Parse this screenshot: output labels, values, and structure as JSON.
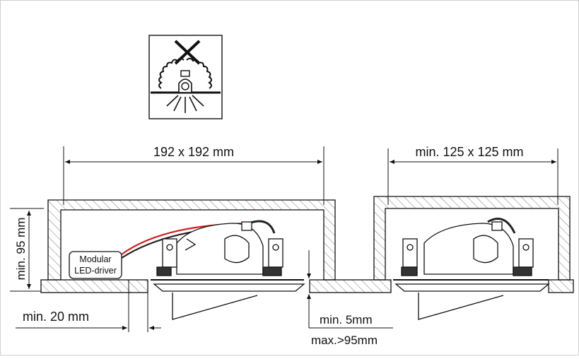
{
  "dimensions": {
    "left_cutout": "192 x 192 mm",
    "right_cutout": "min. 125 x 125 mm",
    "height": "min. 95 mm",
    "side_clearance": "min. 20 mm",
    "ceiling_min": "min. 5mm",
    "ceiling_max": "max.>95mm"
  },
  "driver_label": [
    "Modular",
    "LED-driver"
  ],
  "warning_icon": "no-insulation-cover-icon",
  "colors": {
    "stroke": "#111111",
    "hatch": "#555555",
    "cable_red": "#d21f1f",
    "cable_black": "#222222"
  }
}
